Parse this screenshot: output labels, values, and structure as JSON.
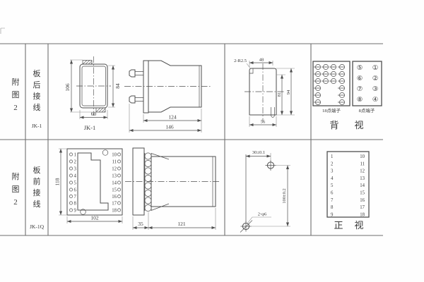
{
  "colors": {
    "line": "#4f4f4f",
    "grid": "#6f6f6f",
    "text": "#3a3a3a",
    "bg": "#fefefe"
  },
  "row1": {
    "fig_chars": [
      "附",
      "图",
      "2"
    ],
    "wiring_chars": [
      "板",
      "后",
      "接",
      "线"
    ],
    "model": "JK-1",
    "front": {
      "dim_height": "106",
      "dim_inner_height": "84",
      "dim_width": "60",
      "caption": "JK-1"
    },
    "side": {
      "dim_body": "124",
      "dim_total": "146"
    },
    "cutout": {
      "corner_label": "2-R2.5",
      "dim_top": "48",
      "dim_inner": "81",
      "dim_outer": "94",
      "dim_bottom": "56"
    },
    "rear": {
      "label_18": "18点端子",
      "label_8": "8点端子",
      "caption_chars": [
        "背",
        "视"
      ],
      "circled": [
        "⑤",
        "①",
        "⑥",
        "②",
        "⑦",
        "③",
        "⑧",
        "④"
      ]
    }
  },
  "row2": {
    "fig_chars": [
      "附",
      "图",
      "2"
    ],
    "wiring_chars": [
      "板",
      "前",
      "接",
      "线"
    ],
    "model": "JK-1Q",
    "front": {
      "dim_height": "118",
      "dim_width": "102"
    },
    "terminals_left": [
      "1",
      "2",
      "3",
      "4",
      "5",
      "6",
      "7",
      "8",
      "9"
    ],
    "terminals_right": [
      "10",
      "11",
      "12",
      "13",
      "14",
      "15",
      "16",
      "17",
      "18"
    ],
    "side": {
      "dim_flange": "35",
      "dim_body": "121"
    },
    "drill": {
      "dim_top": "30±0.1",
      "dim_right": "100±0.2",
      "hole_label": "2-φ6"
    },
    "view": {
      "caption_chars": [
        "正",
        "视"
      ]
    }
  }
}
